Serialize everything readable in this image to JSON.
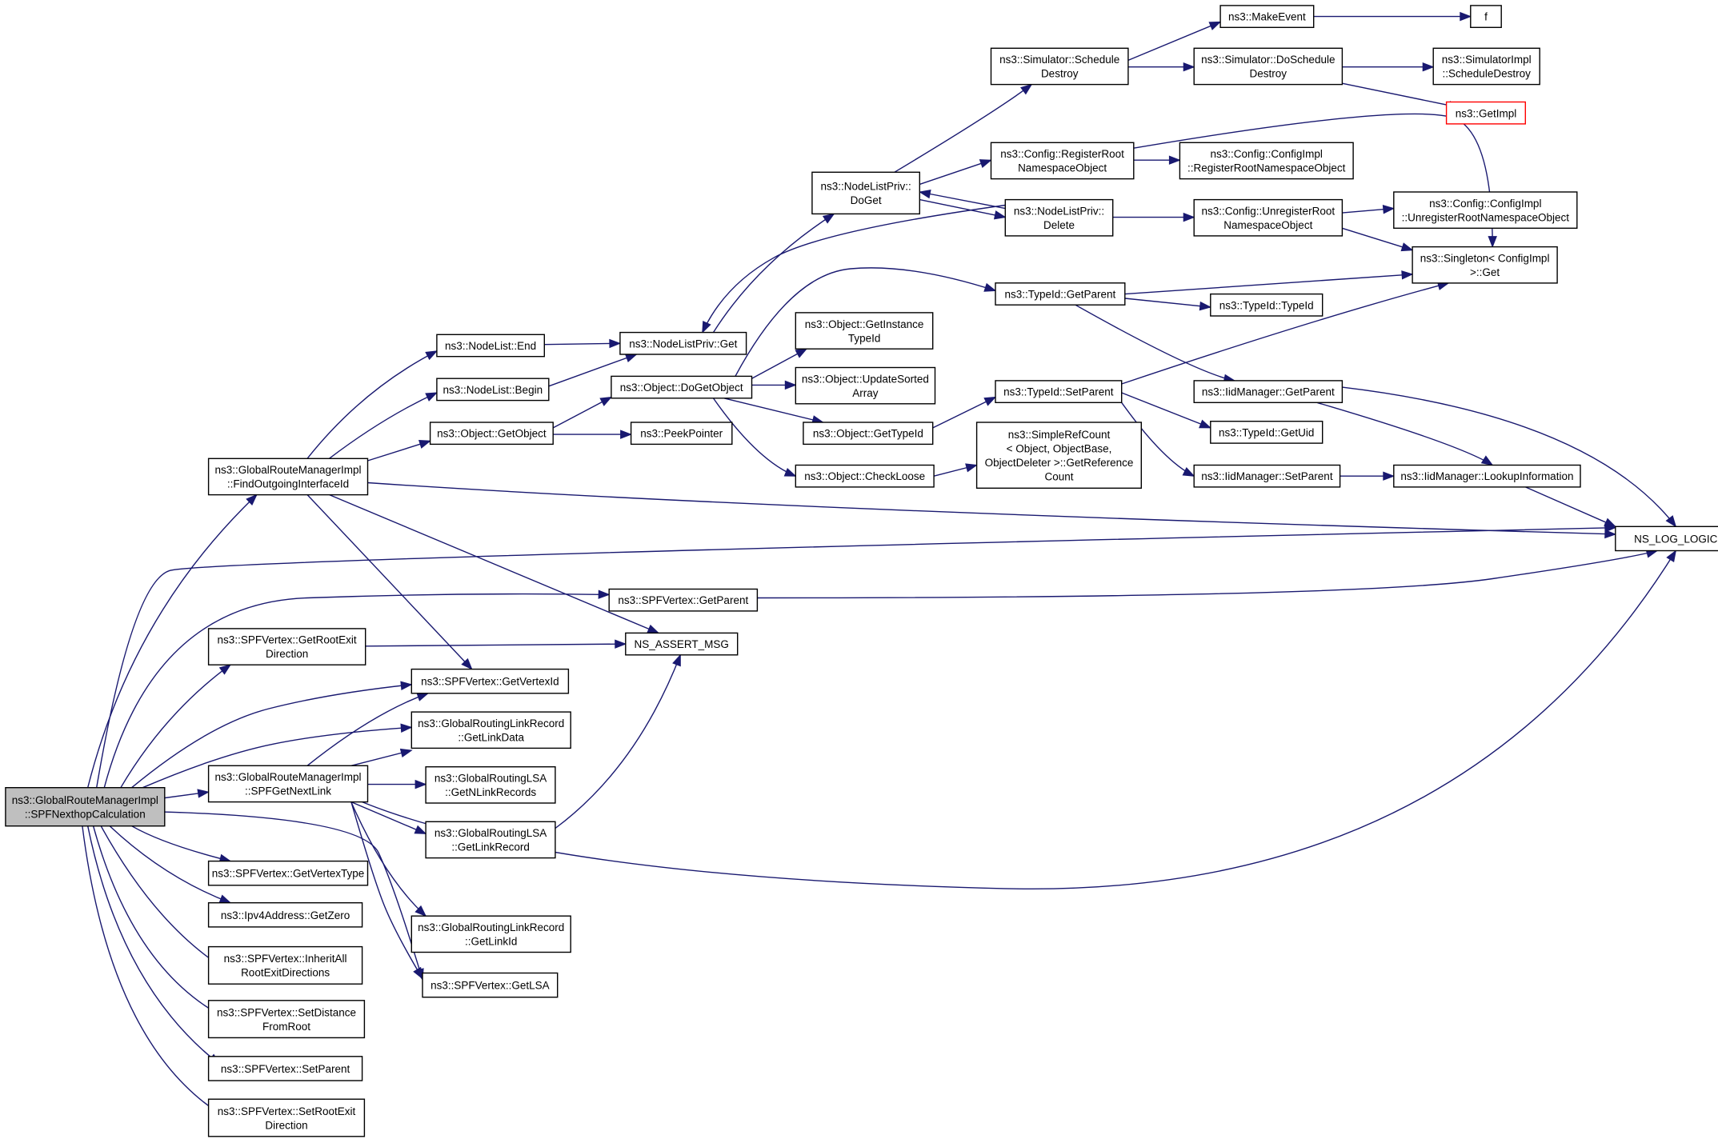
{
  "diagram": {
    "nodes": [
      {
        "id": "root",
        "label": [
          "ns3::GlobalRouteManagerImpl",
          "::SPFNexthopCalculation"
        ],
        "root": true
      },
      {
        "id": "fo",
        "label": [
          "ns3::GlobalRouteManagerImpl",
          "::FindOutgoingInterfaceId"
        ]
      },
      {
        "id": "greed",
        "label": [
          "ns3::SPFVertex::GetRootExit",
          "Direction"
        ]
      },
      {
        "id": "sgnl",
        "label": [
          "ns3::GlobalRouteManagerImpl",
          "::SPFGetNextLink"
        ]
      },
      {
        "id": "gvt",
        "label": [
          "ns3::SPFVertex::GetVertexType"
        ]
      },
      {
        "id": "ipz",
        "label": [
          "ns3::Ipv4Address::GetZero"
        ]
      },
      {
        "id": "inh",
        "label": [
          "ns3::SPFVertex::InheritAll",
          "RootExitDirections"
        ]
      },
      {
        "id": "sdr",
        "label": [
          "ns3::SPFVertex::SetDistance",
          "FromRoot"
        ]
      },
      {
        "id": "sp",
        "label": [
          "ns3::SPFVertex::SetParent"
        ]
      },
      {
        "id": "sred",
        "label": [
          "ns3::SPFVertex::SetRootExit",
          "Direction"
        ]
      },
      {
        "id": "nle",
        "label": [
          "ns3::NodeList::End"
        ]
      },
      {
        "id": "nlb",
        "label": [
          "ns3::NodeList::Begin"
        ]
      },
      {
        "id": "ogo",
        "label": [
          "ns3::Object::GetObject"
        ]
      },
      {
        "id": "gvid",
        "label": [
          "ns3::SPFVertex::GetVertexId"
        ]
      },
      {
        "id": "glrld",
        "label": [
          "ns3::GlobalRoutingLinkRecord",
          "::GetLinkData"
        ]
      },
      {
        "id": "gnlr",
        "label": [
          "ns3::GlobalRoutingLSA",
          "::GetNLinkRecords"
        ]
      },
      {
        "id": "glr",
        "label": [
          "ns3::GlobalRoutingLSA",
          "::GetLinkRecord"
        ]
      },
      {
        "id": "glrli",
        "label": [
          "ns3::GlobalRoutingLinkRecord",
          "::GetLinkId"
        ]
      },
      {
        "id": "glsa",
        "label": [
          "ns3::SPFVertex::GetLSA"
        ]
      },
      {
        "id": "nlpg",
        "label": [
          "ns3::NodeListPriv::Get"
        ]
      },
      {
        "id": "odgo",
        "label": [
          "ns3::Object::DoGetObject"
        ]
      },
      {
        "id": "pp",
        "label": [
          "ns3::PeekPointer"
        ]
      },
      {
        "id": "assert",
        "label": [
          "NS_ASSERT_MSG"
        ]
      },
      {
        "id": "gpar",
        "label": [
          "ns3::SPFVertex::GetParent"
        ]
      },
      {
        "id": "nlpdg",
        "label": [
          "ns3::NodeListPriv::",
          "DoGet"
        ]
      },
      {
        "id": "ogit",
        "label": [
          "ns3::Object::GetInstance",
          "TypeId"
        ]
      },
      {
        "id": "ousa",
        "label": [
          "ns3::Object::UpdateSorted",
          "Array"
        ]
      },
      {
        "id": "ogti",
        "label": [
          "ns3::Object::GetTypeId"
        ]
      },
      {
        "id": "ocl",
        "label": [
          "ns3::Object::CheckLoose"
        ]
      },
      {
        "id": "ssd",
        "label": [
          "ns3::Simulator::Schedule",
          "Destroy"
        ]
      },
      {
        "id": "crno",
        "label": [
          "ns3::Config::RegisterRoot",
          "NamespaceObject"
        ]
      },
      {
        "id": "nlpd",
        "label": [
          "ns3::NodeListPriv::",
          "Delete"
        ]
      },
      {
        "id": "tgp",
        "label": [
          "ns3::TypeId::GetParent"
        ]
      },
      {
        "id": "tsp",
        "label": [
          "ns3::TypeId::SetParent"
        ]
      },
      {
        "id": "src",
        "label": [
          "ns3::SimpleRefCount",
          "< Object, ObjectBase,",
          "ObjectDeleter >::GetReference",
          "Count"
        ]
      },
      {
        "id": "me",
        "label": [
          "ns3::MakeEvent"
        ]
      },
      {
        "id": "sdsd",
        "label": [
          "ns3::Simulator::DoSchedule",
          "Destroy"
        ]
      },
      {
        "id": "cirno",
        "label": [
          "ns3::Config::ConfigImpl",
          "::RegisterRootNamespaceObject"
        ]
      },
      {
        "id": "curno",
        "label": [
          "ns3::Config::UnregisterRoot",
          "NamespaceObject"
        ]
      },
      {
        "id": "ttid",
        "label": [
          "ns3::TypeId::TypeId"
        ]
      },
      {
        "id": "imgp",
        "label": [
          "ns3::IidManager::GetParent"
        ]
      },
      {
        "id": "tgu",
        "label": [
          "ns3::TypeId::GetUid"
        ]
      },
      {
        "id": "imsp",
        "label": [
          "ns3::IidManager::SetParent"
        ]
      },
      {
        "id": "f",
        "label": [
          "f"
        ]
      },
      {
        "id": "sisd",
        "label": [
          "ns3::SimulatorImpl",
          "::ScheduleDestroy"
        ]
      },
      {
        "id": "gimpl",
        "label": [
          "ns3::GetImpl"
        ],
        "red": true
      },
      {
        "id": "ciurno",
        "label": [
          "ns3::Config::ConfigImpl",
          "::UnregisterRootNamespaceObject"
        ]
      },
      {
        "id": "sing",
        "label": [
          "ns3::Singleton< ConfigImpl",
          ">::Get"
        ]
      },
      {
        "id": "imli",
        "label": [
          "ns3::IidManager::LookupInformation"
        ]
      },
      {
        "id": "nll",
        "label": [
          "NS_LOG_LOGIC"
        ]
      }
    ]
  }
}
